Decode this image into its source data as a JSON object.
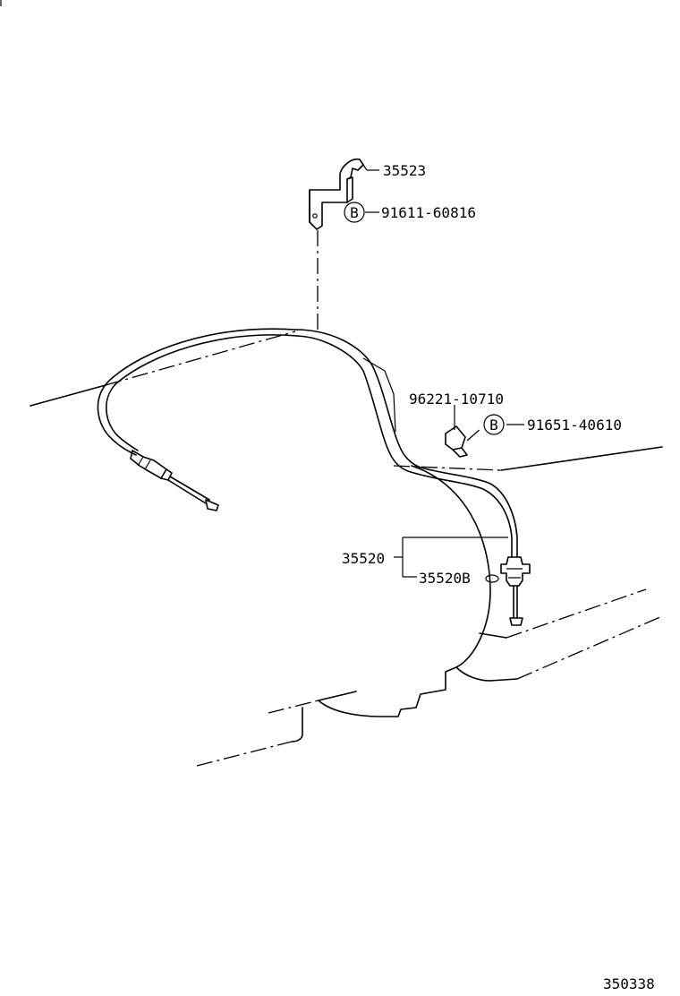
{
  "parts": [
    {
      "id": "p1",
      "number": "35523"
    },
    {
      "id": "p2",
      "number": "91611-60816",
      "badge": "B"
    },
    {
      "id": "p3",
      "number": "96221-10710"
    },
    {
      "id": "p4",
      "number": "91651-40610",
      "badge": "B"
    },
    {
      "id": "p5",
      "number": "35520"
    },
    {
      "id": "p6",
      "number": "35520B"
    }
  ],
  "figure_id": "350338"
}
